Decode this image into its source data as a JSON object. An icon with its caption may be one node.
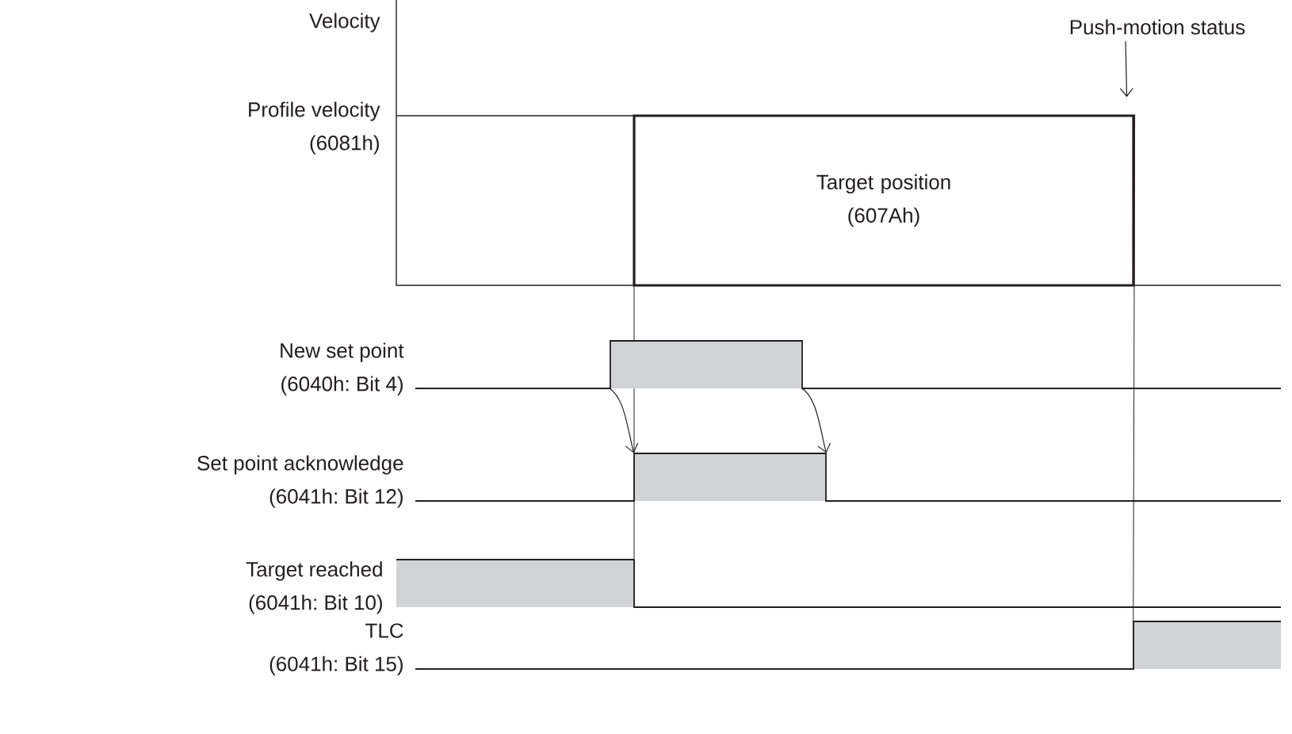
{
  "diagram": {
    "nodes": [
      {
        "text": [
          "Push-motion status"
        ]
      },
      {
        "text": [
          "Target position (607Ah)"
        ]
      },
      {
        "text": [],
        "shape": "bar"
      },
      {
        "text": [],
        "shape": "bar"
      },
      {
        "text": [],
        "shape": "bar"
      },
      {
        "text": [],
        "shape": "bar"
      }
    ],
    "edges": [
      {
        "from": 2,
        "to": 3,
        "arrow": "to"
      },
      {
        "from": 2,
        "to": 3,
        "arrow": "to"
      },
      {
        "from": 0,
        "to": 1,
        "arrow": "to"
      },
      {
        "from": 1,
        "to": 5,
        "arrow": "none"
      }
    ],
    "labels": [
      "Velocity",
      "Profile velocity (6081h)",
      "New set point (6040h: Bit 4)",
      "Set point acknowledge (6041h: Bit 12)",
      "Target reached (6041h: Bit 10)",
      "TLC (6041h: Bit 15)"
    ]
  }
}
